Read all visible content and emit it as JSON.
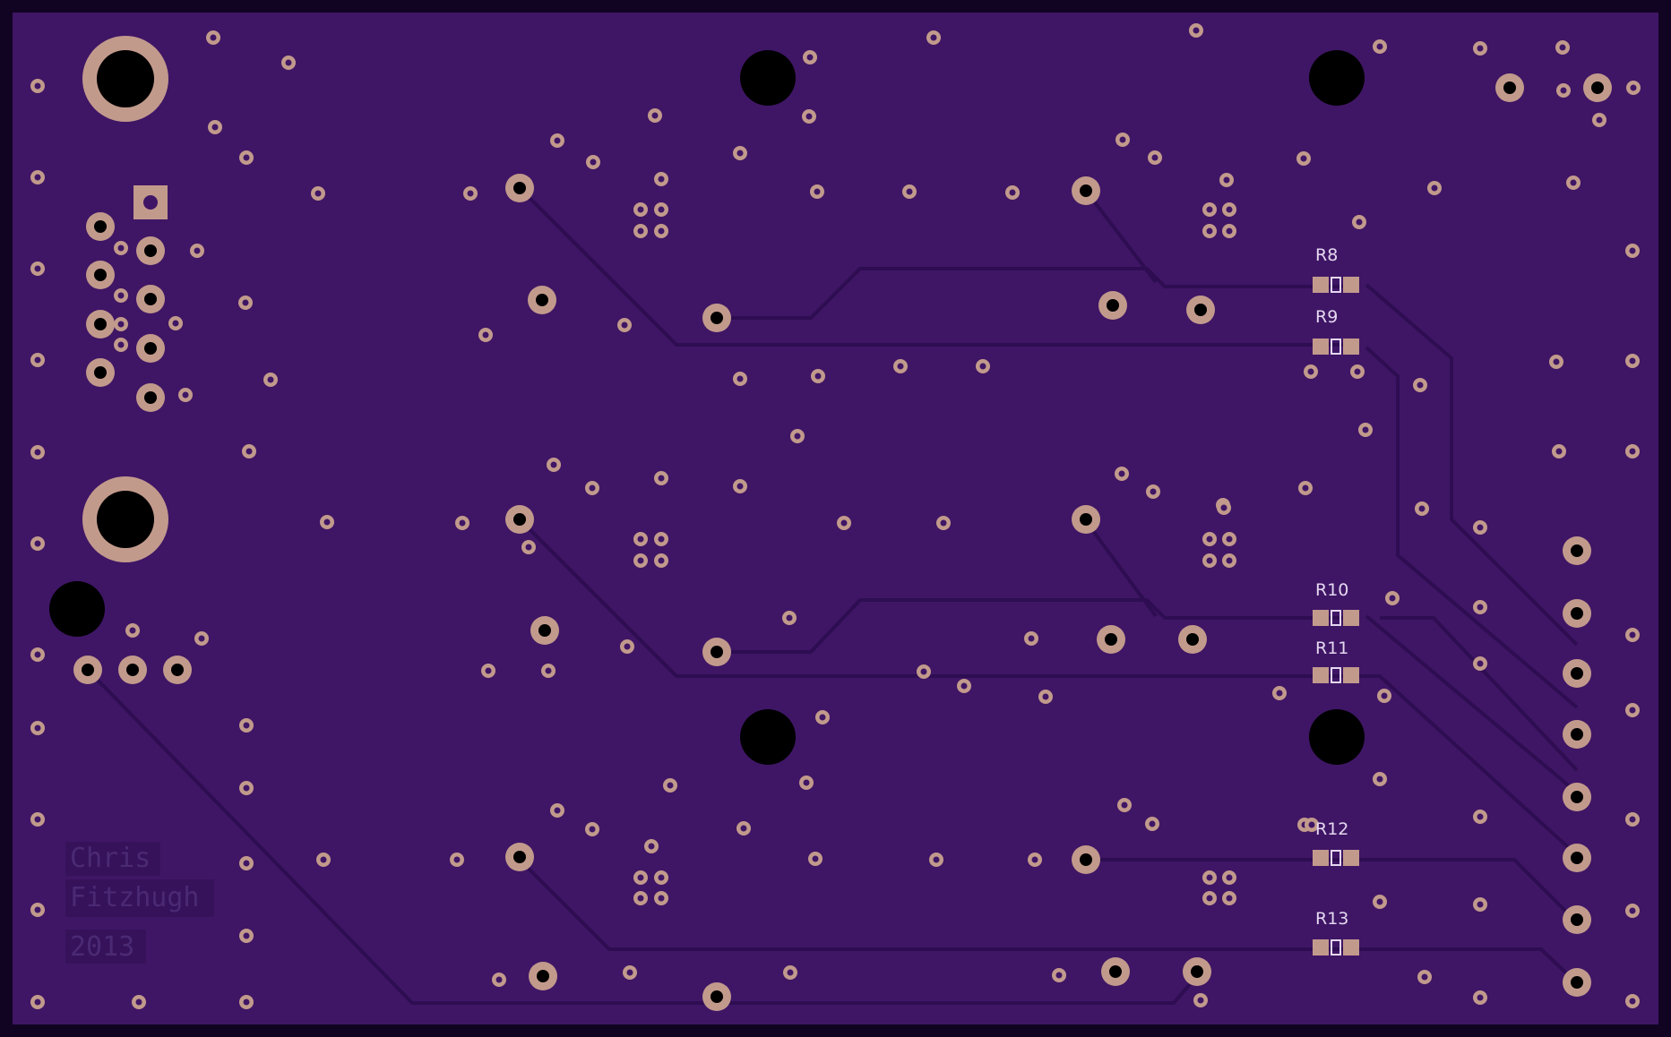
{
  "board": {
    "substrate_color": "#3f1665",
    "trace_color": "#2e0d52",
    "pad_color": "#c29a8c",
    "outline_color": "#110322",
    "drill_color": "#000000"
  },
  "silkscreen": {
    "r8": "R8",
    "r9": "R9",
    "r10": "R10",
    "r11": "R11",
    "r12": "R12",
    "r13": "R13",
    "name_line1": "Chris",
    "name_line2": "Fitzhugh",
    "year": "2013"
  }
}
